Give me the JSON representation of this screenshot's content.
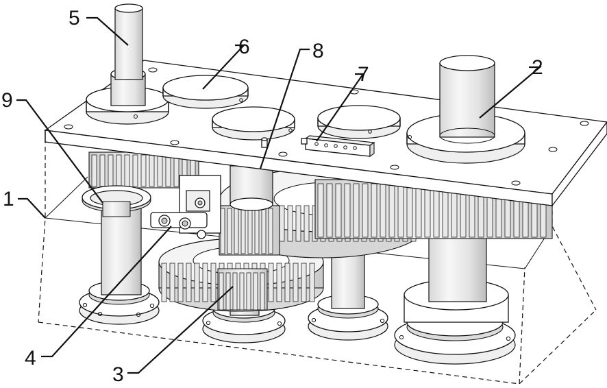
{
  "figure": {
    "callouts": [
      {
        "id": "1",
        "text": "1"
      },
      {
        "id": "2",
        "text": "2"
      },
      {
        "id": "3",
        "text": "3"
      },
      {
        "id": "4",
        "text": "4"
      },
      {
        "id": "5",
        "text": "5"
      },
      {
        "id": "6",
        "text": "6"
      },
      {
        "id": "7",
        "text": "7"
      },
      {
        "id": "8",
        "text": "8"
      },
      {
        "id": "9",
        "text": "9"
      }
    ]
  }
}
